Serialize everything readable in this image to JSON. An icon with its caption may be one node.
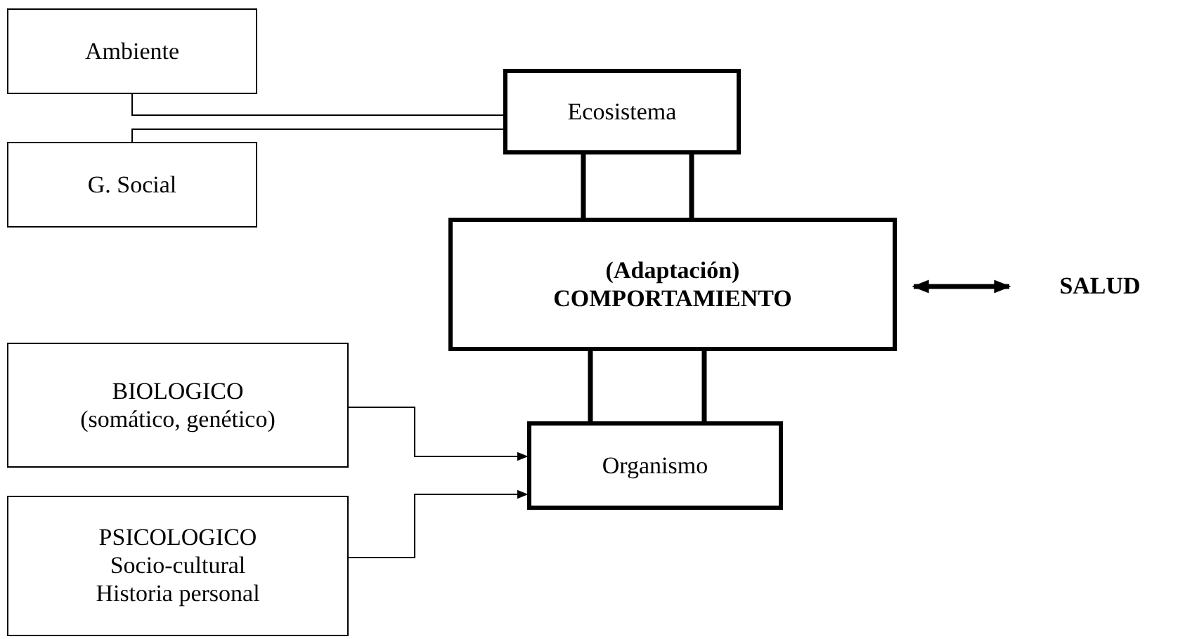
{
  "diagram": {
    "nodes": [
      {
        "text": [
          "Ambiente"
        ]
      },
      {
        "text": [
          "G. Social"
        ]
      },
      {
        "text": [
          "Ecosistema"
        ]
      },
      {
        "text": [
          "(Adaptación)",
          "COMPORTAMIENTO"
        ]
      },
      {
        "text": [
          "SALUD"
        ]
      },
      {
        "text": [
          "BIOLOGICO",
          "(somático, genético)"
        ]
      },
      {
        "text": [
          "PSICOLOGICO",
          "Socio-cultural",
          "Historia personal"
        ]
      },
      {
        "text": [
          "Organismo"
        ]
      }
    ],
    "edges": [
      {
        "from": 0,
        "to": 2,
        "arrow": "none"
      },
      {
        "from": 1,
        "to": 2,
        "arrow": "none"
      },
      {
        "from": 2,
        "to": 3,
        "arrow": "none"
      },
      {
        "from": 2,
        "to": 3,
        "arrow": "none"
      },
      {
        "from": 3,
        "to": 7,
        "arrow": "none"
      },
      {
        "from": 3,
        "to": 7,
        "arrow": "none"
      },
      {
        "from": 3,
        "to": 4,
        "arrow": "both"
      },
      {
        "from": 5,
        "to": 7,
        "arrow": "to"
      },
      {
        "from": 6,
        "to": 7,
        "arrow": "to"
      }
    ]
  }
}
